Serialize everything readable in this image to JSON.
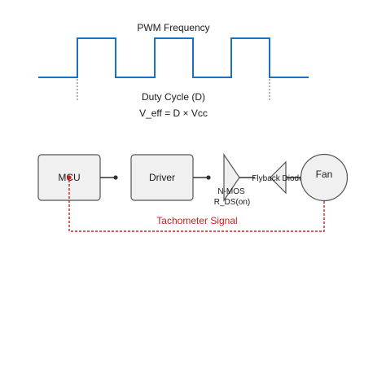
{
  "waveform": {
    "title": "PWM Frequency",
    "duty_label": "Duty Cycle (D)",
    "formula": "V_eff = D × Vcc",
    "color": "#1f6fbf"
  },
  "blocks": {
    "mcu": "MCU",
    "driver": "Driver",
    "mosfet_name": "N-MOS",
    "mosfet_param": "R_DS(on)",
    "diode": "Flyback Diode",
    "fan": "Fan"
  },
  "feedback": {
    "label": "Tachometer Signal",
    "color": "#cc1f1f"
  },
  "colors": {
    "block_fill": "#f0f0f0",
    "block_stroke": "#555555",
    "wire": "#333333"
  }
}
